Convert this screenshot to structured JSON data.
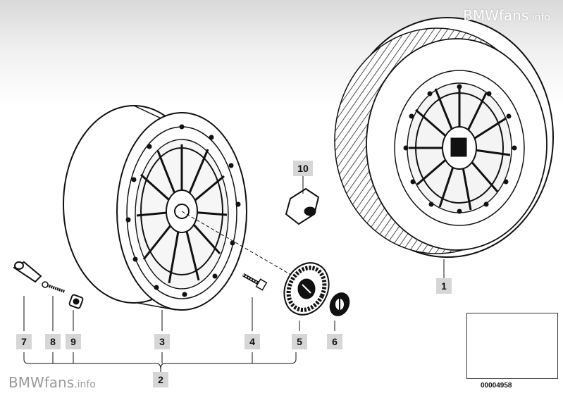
{
  "watermark_top": {
    "brand": "BMWfans",
    "suffix": ".info"
  },
  "watermark_bottom": {
    "brand": "BMWfans",
    "suffix": ".info"
  },
  "callouts": {
    "c1": "1",
    "c2": "2",
    "c3": "3",
    "c4": "4",
    "c5": "5",
    "c6": "6",
    "c7": "7",
    "c8": "8",
    "c9": "9",
    "c10": "10"
  },
  "reference_number": "00004958",
  "colors": {
    "label_bg": "#d6d6d6",
    "line": "#111111",
    "fade": "#d9d9d9"
  }
}
